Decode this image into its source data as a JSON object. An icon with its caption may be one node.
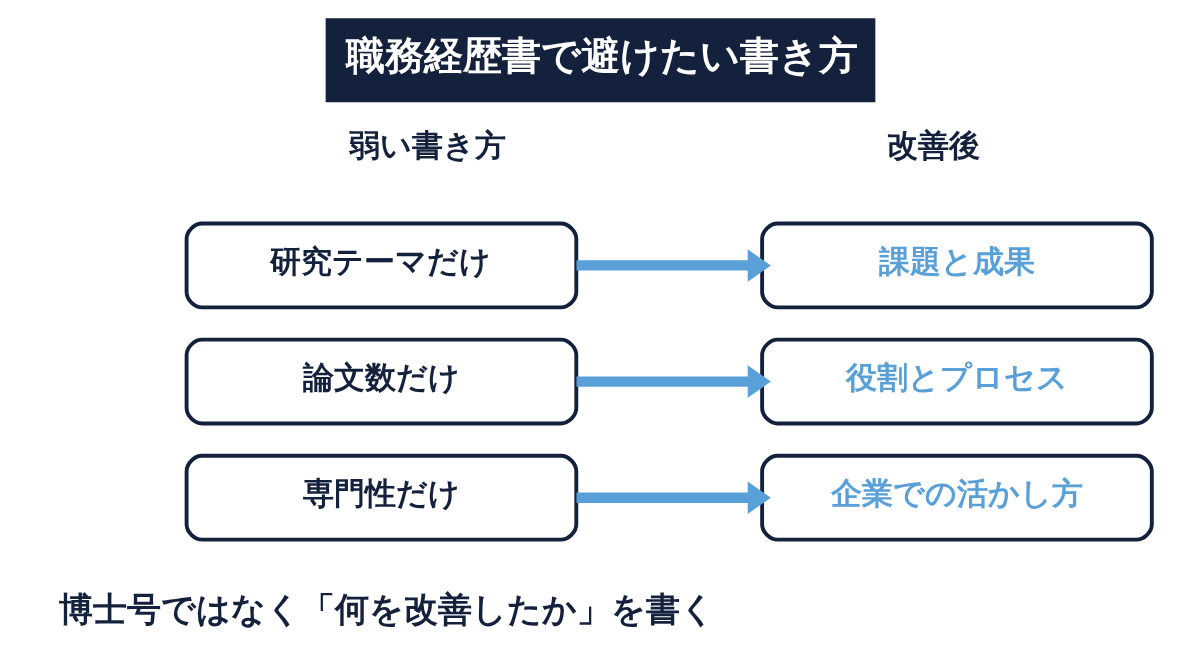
{
  "diagram": {
    "title": "職務経歴書で避けたい書き方",
    "caption": "博士号ではなく「何を改善したか」を書く",
    "nodes": [
      {
        "text": [
          "研究テーマだけ"
        ]
      },
      {
        "text": [
          "課題と成果"
        ]
      },
      {
        "text": [
          "論文数だけ"
        ]
      },
      {
        "text": [
          "役割とプロセス"
        ]
      },
      {
        "text": [
          "専門性だけ"
        ]
      },
      {
        "text": [
          "企業での活かし方"
        ]
      }
    ],
    "edges": [
      {
        "from": 0,
        "to": 1,
        "arrow": "to"
      },
      {
        "from": 2,
        "to": 3,
        "arrow": "to"
      },
      {
        "from": 4,
        "to": 5,
        "arrow": "to"
      }
    ],
    "labels": [
      "弱い書き方",
      "改善後"
    ]
  }
}
